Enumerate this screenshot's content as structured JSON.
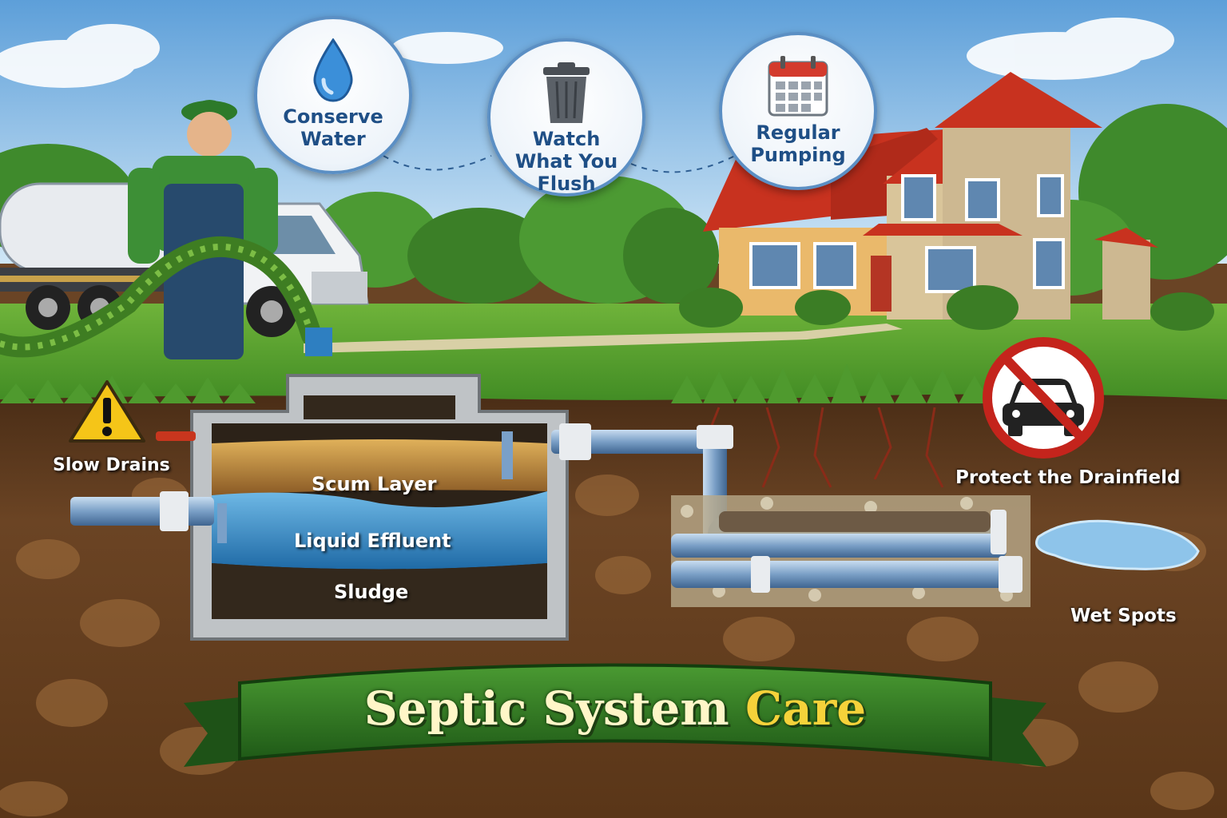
{
  "title": {
    "main": "Septic System",
    "accent": "Care"
  },
  "tips": [
    {
      "label": "Conserve Water",
      "icon": "water-drop-icon"
    },
    {
      "label": "Watch What You Flush",
      "icon": "trash-can-icon"
    },
    {
      "label": "Regular Pumping",
      "icon": "calendar-icon"
    }
  ],
  "tank_layers": {
    "scum": "Scum Layer",
    "effluent": "Liquid Effluent",
    "sludge": "Sludge"
  },
  "warnings": {
    "slow_drains": "Slow Drains",
    "protect_drainfield": "Protect the Drainfield",
    "wet_spots": "Wet Spots"
  },
  "icons": [
    "warning-triangle-icon",
    "no-car-icon"
  ],
  "colors": {
    "sky": "#7fb7e6",
    "grass": "#4f9a2e",
    "soil": "#6a4425",
    "roof": "#c8321f",
    "banner": "#2f7a25",
    "title_accent": "#f5d23a",
    "tip_border": "#5b8fc4"
  }
}
